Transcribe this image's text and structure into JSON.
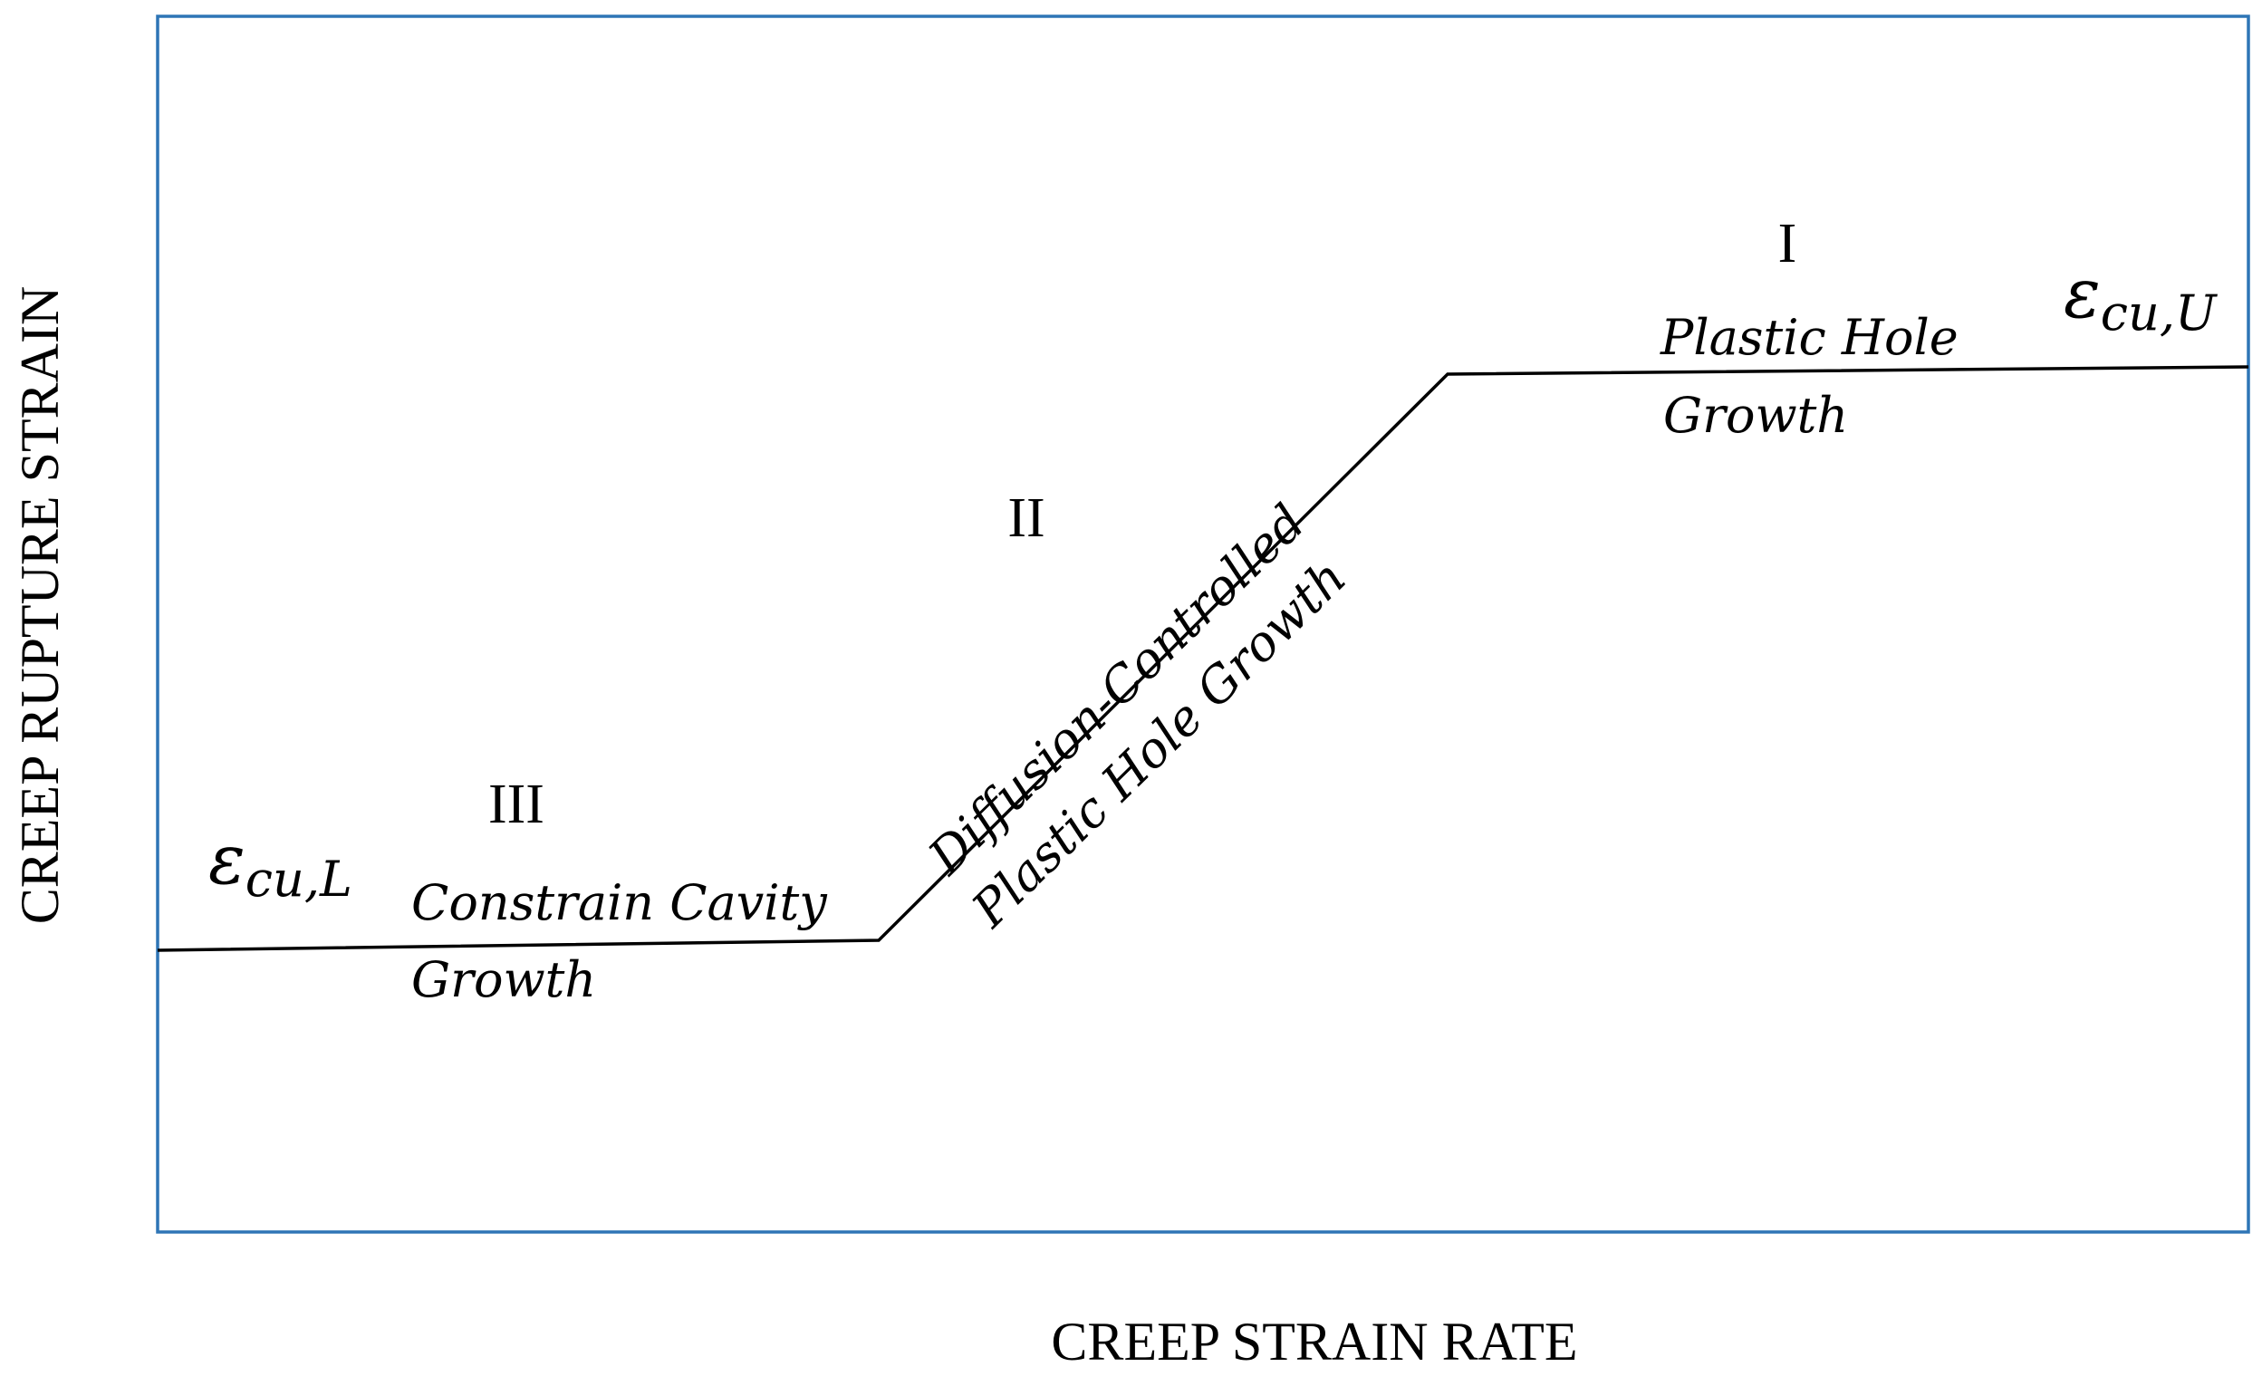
{
  "colors": {
    "frame": "#2e75b6",
    "curve": "#000000",
    "text": "#000000"
  },
  "axes": {
    "x_label": "CREEP STRAIN RATE",
    "y_label": "CREEP RUPTURE STRAIN"
  },
  "regions": [
    {
      "numeral": "I",
      "mechanism_line1": "Plastic Hole",
      "mechanism_line2": "Growth"
    },
    {
      "numeral": "II",
      "mechanism_line1": "Diffusion-Controlled",
      "mechanism_line2": "Plastic Hole Growth"
    },
    {
      "numeral": "III",
      "mechanism_line1": "Constrain Cavity",
      "mechanism_line2": "Growth"
    }
  ],
  "limits": {
    "upper": {
      "symbol": "ε",
      "subscript": "cu,U"
    },
    "lower": {
      "symbol": "ε",
      "subscript": "cu,L"
    }
  }
}
